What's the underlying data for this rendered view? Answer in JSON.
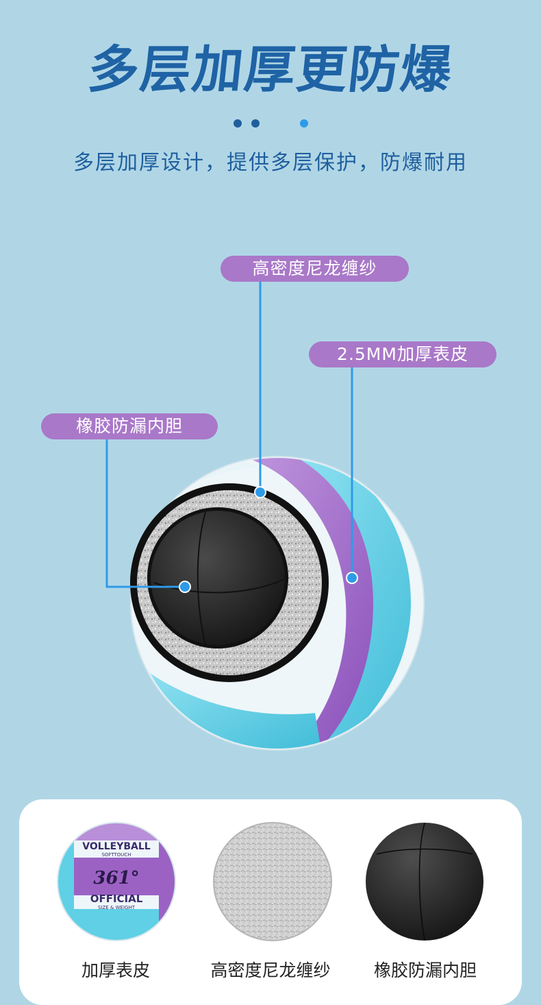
{
  "title": "多层加厚更防爆",
  "subtitle": "多层加厚设计，提供多层保护，防爆耐用",
  "callouts": {
    "nylon": "高密度尼龙缠纱",
    "skin": "2.5MM加厚表皮",
    "bladder": "橡胶防漏内胆"
  },
  "layers": [
    {
      "label": "加厚表皮",
      "ball_text": {
        "brand": "VOLLEYBALL",
        "sub": "SOFTTOUCH",
        "logo": "361°",
        "official": "OFFICIAL",
        "size": "SIZE & WEIGHT"
      }
    },
    {
      "label": "高密度尼龙缠纱"
    },
    {
      "label": "橡胶防漏内胆"
    }
  ],
  "colors": {
    "background": "#b0d6e6",
    "title": "#1f63a5",
    "callout": "#a978c8",
    "line": "#2f9be8",
    "purple": "#9b62c4",
    "cyan": "#5fd0e6"
  },
  "icons": [
    "ball-cutaway",
    "skin-ball-icon",
    "nylon-ball-icon",
    "bladder-ball-icon"
  ]
}
